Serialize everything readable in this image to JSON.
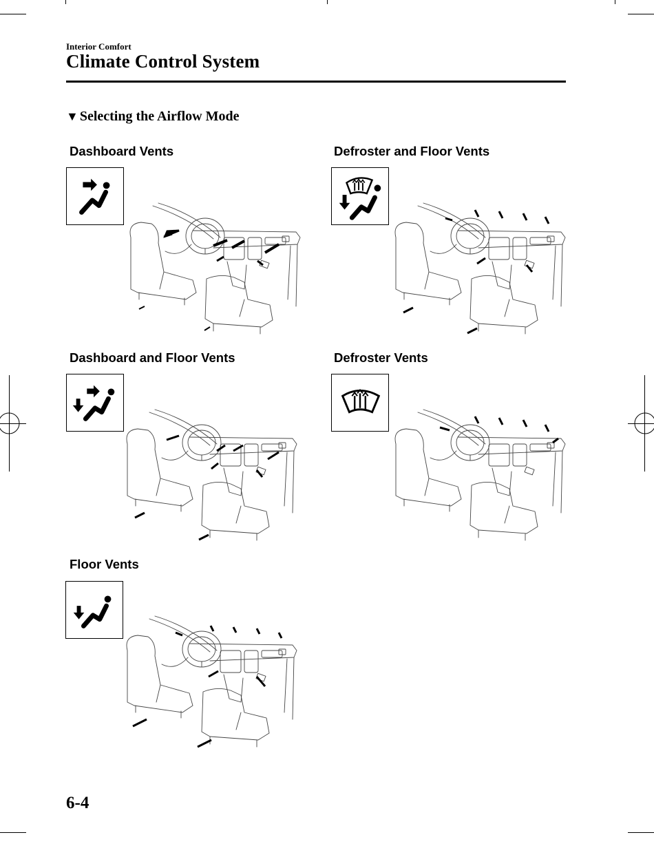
{
  "header": {
    "section": "Interior Comfort",
    "title": "Climate Control System"
  },
  "subheading": {
    "marker": "▼",
    "text": "Selecting the Airflow Mode"
  },
  "modes": [
    {
      "title": "Dashboard Vents",
      "icon": "dashboard-vent-mode-icon"
    },
    {
      "title": "Defroster and Floor Vents",
      "icon": "defroster-floor-vent-mode-icon"
    },
    {
      "title": "Dashboard and Floor Vents",
      "icon": "dashboard-floor-vent-mode-icon"
    },
    {
      "title": "Defroster Vents",
      "icon": "defroster-vent-mode-icon"
    },
    {
      "title": "Floor Vents",
      "icon": "floor-vent-mode-icon"
    }
  ],
  "footer": {
    "page_number": "6-4"
  }
}
